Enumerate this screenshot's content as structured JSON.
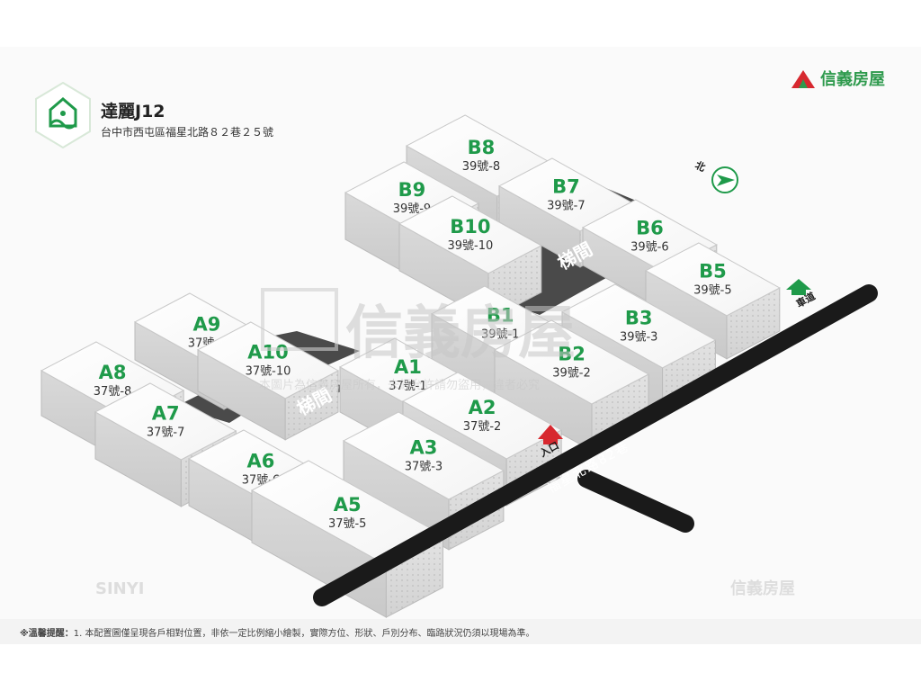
{
  "header": {
    "community_name": "達麗J12",
    "address": "台中市西屯區福星北路８２巷２５號",
    "brand": "信義房屋"
  },
  "units": {
    "A9": {
      "label": "A9",
      "number": "37號-9"
    },
    "A8": {
      "label": "A8",
      "number": "37號-8"
    },
    "A10": {
      "label": "A10",
      "number": "37號-10"
    },
    "A7": {
      "label": "A7",
      "number": "37號-7"
    },
    "A1": {
      "label": "A1",
      "number": "37號-1"
    },
    "A2": {
      "label": "A2",
      "number": "37號-2"
    },
    "A3": {
      "label": "A3",
      "number": "37號-3"
    },
    "A6": {
      "label": "A6",
      "number": "37號-6"
    },
    "A5": {
      "label": "A5",
      "number": "37號-5"
    },
    "B8": {
      "label": "B8",
      "number": "39號-8"
    },
    "B9": {
      "label": "B9",
      "number": "39號-9"
    },
    "B7": {
      "label": "B7",
      "number": "39號-7"
    },
    "B10": {
      "label": "B10",
      "number": "39號-10"
    },
    "B6": {
      "label": "B6",
      "number": "39號-6"
    },
    "B5": {
      "label": "B5",
      "number": "39號-5"
    },
    "B1": {
      "label": "B1",
      "number": "39號-1"
    },
    "B3": {
      "label": "B3",
      "number": "39號-3"
    },
    "B2": {
      "label": "B2",
      "number": "39號-2"
    }
  },
  "stairwell_label": "梯間",
  "north_label": "北",
  "driveway_label": "車道",
  "entrance_label": "入口",
  "road_name": "福星北路82巷",
  "watermark": {
    "logo_text": "信義房屋",
    "notice": "本圖片為信義房屋所有，未經允許請勿盜用，違者必究",
    "corner": "SINYI"
  },
  "footer": {
    "prefix": "※溫馨提醒：",
    "note": "1. 本配置圖僅呈現各戶相對位置，非依一定比例縮小繪製，實際方位、形狀、戶別分布、臨路狀況仍須以現場為準。"
  },
  "colors": {
    "label_green": "#1f9a4a",
    "brand_red": "#d7282f",
    "brand_green": "#2e9a4d",
    "stairwell": "#4a4a4a",
    "road": "#1a1a1a"
  }
}
